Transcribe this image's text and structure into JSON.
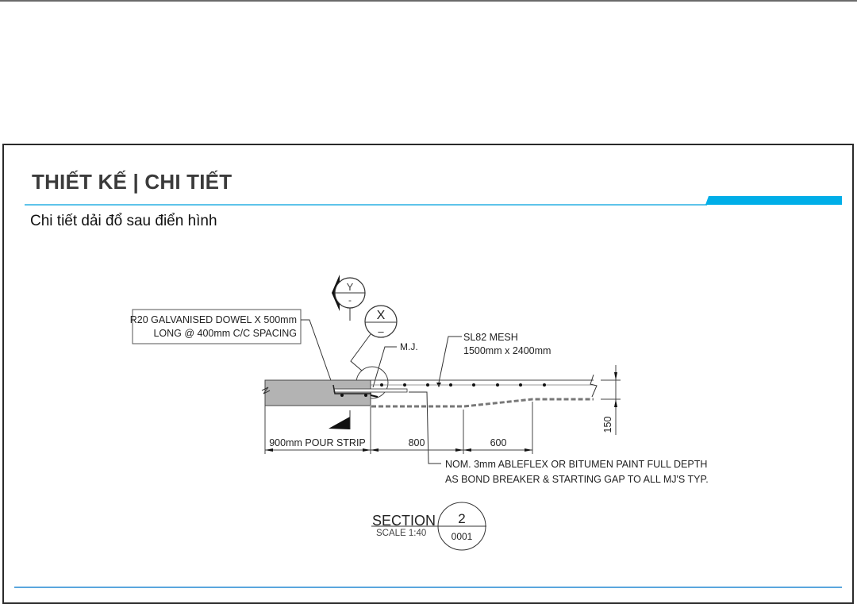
{
  "page": {
    "title": "THIẾT KẾ | CHI TIẾT",
    "subtitle": "Chi tiết dải đổ sau điển hình"
  },
  "colors": {
    "accent": "#00aee8",
    "accent_light": "#5fc4ea",
    "title_text": "#3b3b3b",
    "concrete_fill": "#b3b3b3"
  },
  "drawing": {
    "dowel_note": {
      "line1": "R20 GALVANISED DOWEL X 500mm",
      "line2": "LONG @ 400mm C/C SPACING"
    },
    "section_marker_y": {
      "top": "Y",
      "bottom": "-"
    },
    "detail_marker_x": {
      "top": "X",
      "bottom": "–"
    },
    "mj_label": "M.J.",
    "mesh_note": {
      "line1": "SL82 MESH",
      "line2": "1500mm x 2400mm"
    },
    "dimensions": {
      "pour_strip": "900mm POUR STRIP",
      "dim_800": "800",
      "dim_600": "600",
      "thickness": "150"
    },
    "bond_breaker_note": {
      "line1": "NOM. 3mm ABLEFLEX OR BITUMEN PAINT FULL DEPTH",
      "line2": "AS BOND BREAKER & STARTING GAP TO ALL MJ'S  TYP."
    },
    "section_title": {
      "label": "SECTION",
      "scale": "SCALE 1:40",
      "number": "2",
      "sheet": "0001"
    }
  }
}
